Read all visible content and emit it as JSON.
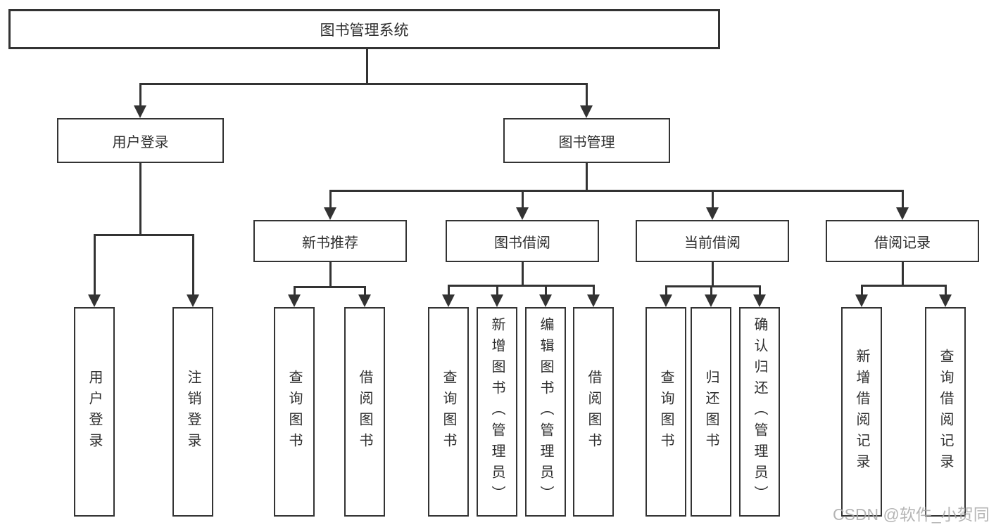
{
  "tree": {
    "root": "图书管理系统",
    "children": [
      {
        "label": "用户登录",
        "children": [
          "用户登录",
          "注销登录"
        ]
      },
      {
        "label": "图书管理",
        "children": [
          {
            "label": "新书推荐",
            "children": [
              "查询图书",
              "借阅图书"
            ]
          },
          {
            "label": "图书借阅",
            "children": [
              "查询图书",
              "新增图书（管理员）",
              "编辑图书（管理员）",
              "借阅图书"
            ]
          },
          {
            "label": "当前借阅",
            "children": [
              "查询图书",
              "归还图书",
              "确认归还（管理员）"
            ]
          },
          {
            "label": "借阅记录",
            "children": [
              "新增借阅记录",
              "查询借阅记录"
            ]
          }
        ]
      }
    ]
  },
  "colors": {
    "line": "#333333",
    "text": "#2e2e2e",
    "background": "#ffffff",
    "watermark": "#a8a8a8"
  },
  "watermark": "CSDN @软件_小贺同学"
}
